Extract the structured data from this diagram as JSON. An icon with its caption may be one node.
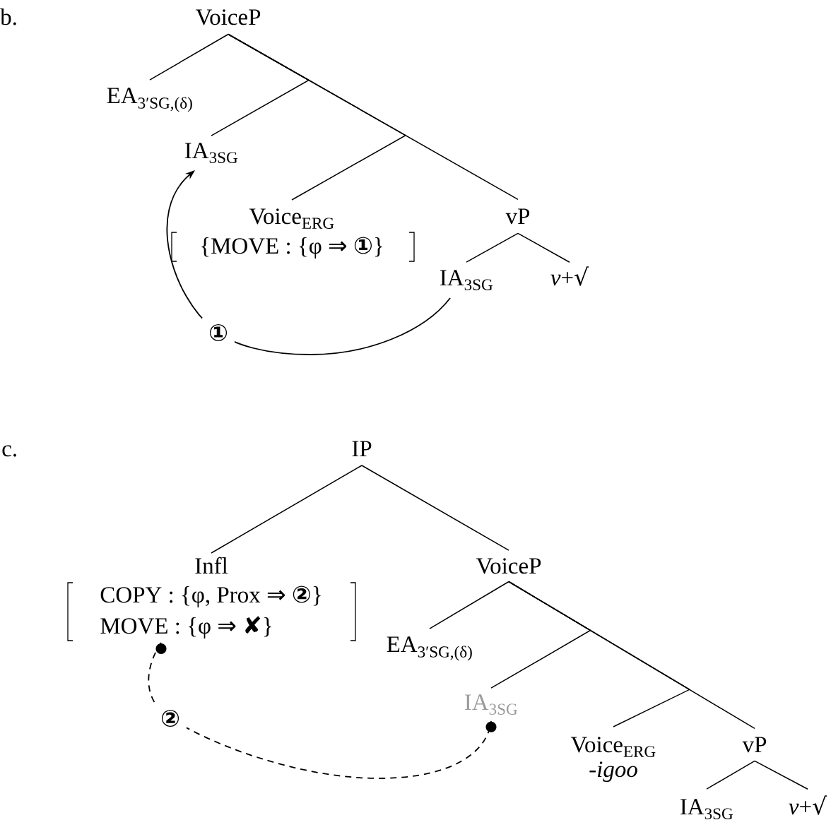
{
  "diagram": {
    "nodes": [
      {
        "text": [
          "VoiceP"
        ]
      },
      {
        "text": [
          "EA$_{3′SG,(δ)}$"
        ]
      },
      {
        "text": [
          "IA$_{3SG}$"
        ]
      },
      {
        "text": [
          "Voice$_{ERG}$",
          "{MOVE : {φ ⇒ ①}"
        ]
      },
      {
        "text": [
          "vP"
        ]
      },
      {
        "text": [
          "IA$_{3SG}$"
        ]
      },
      {
        "text": [
          "*v*+√"
        ]
      },
      {
        "text": [
          "IP"
        ]
      },
      {
        "text": [
          "Infl",
          "COPY : {φ, Prox ⇒ ②}",
          "MOVE : {φ ⇒ ✘}"
        ]
      },
      {
        "text": [
          "VoiceP"
        ]
      },
      {
        "text": [
          "EA$_{3′SG,(δ)}$"
        ]
      },
      {
        "text": [
          "IA$_{3SG}$"
        ]
      },
      {
        "text": [
          "Voice$_{ERG}$",
          "-igoo"
        ]
      },
      {
        "text": [
          "vP"
        ]
      },
      {
        "text": [
          "IA$_{3SG}$"
        ]
      },
      {
        "text": [
          "*v*+√"
        ]
      }
    ],
    "edges": [
      {
        "from": 0,
        "to": 1,
        "arrow": "none"
      },
      {
        "from": 0,
        "to": 2,
        "arrow": "none"
      },
      {
        "from": 0,
        "to": 3,
        "arrow": "none"
      },
      {
        "from": 0,
        "to": 4,
        "arrow": "none"
      },
      {
        "from": 4,
        "to": 5,
        "arrow": "none"
      },
      {
        "from": 4,
        "to": 6,
        "arrow": "none"
      },
      {
        "from": 5,
        "to": 2,
        "arrow": "to",
        "label": "①"
      },
      {
        "from": 7,
        "to": 8,
        "arrow": "none"
      },
      {
        "from": 7,
        "to": 9,
        "arrow": "none"
      },
      {
        "from": 9,
        "to": 10,
        "arrow": "none"
      },
      {
        "from": 9,
        "to": 11,
        "arrow": "none"
      },
      {
        "from": 9,
        "to": 12,
        "arrow": "none"
      },
      {
        "from": 9,
        "to": 13,
        "arrow": "none"
      },
      {
        "from": 13,
        "to": 14,
        "arrow": "none"
      },
      {
        "from": 13,
        "to": 15,
        "arrow": "none"
      },
      {
        "from": 8,
        "to": 11,
        "arrow": "other",
        "style": "dashed",
        "label": "②"
      }
    ],
    "labels": [
      "b.",
      "c."
    ]
  }
}
